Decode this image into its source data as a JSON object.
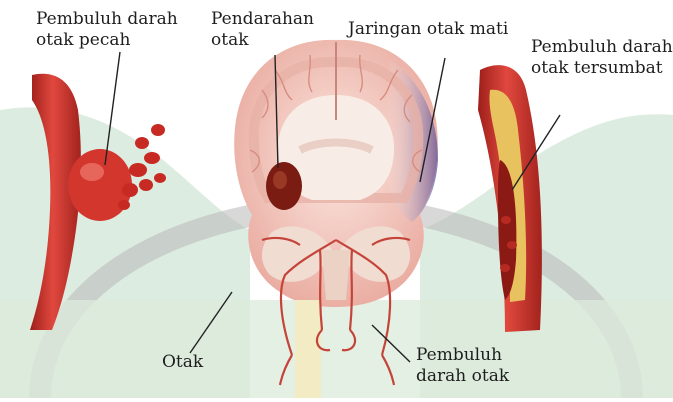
{
  "labels": {
    "ruptured_vessel": [
      "Pembuluh darah",
      "otak pecah"
    ],
    "brain_bleeding": [
      "Pendarahan",
      "otak"
    ],
    "dead_tissue": "Jaringan otak mati",
    "blocked_vessel": [
      "Pembuluh darah",
      "otak tersumbat"
    ],
    "brain": "Otak",
    "brain_vessel": [
      "Pembuluh",
      "darah otak"
    ]
  },
  "colors": {
    "vessel_red": "#c8322c",
    "blood_dark": "#8b1a14",
    "brain_pink": "#f2c9c2",
    "gray_matter": "#e7b1a8",
    "white_matter": "#f8ede6",
    "dead_tissue_purple": "#8e86b8",
    "watermark_green": "#d7ead8",
    "plaque_yellow": "#e8c25e"
  }
}
